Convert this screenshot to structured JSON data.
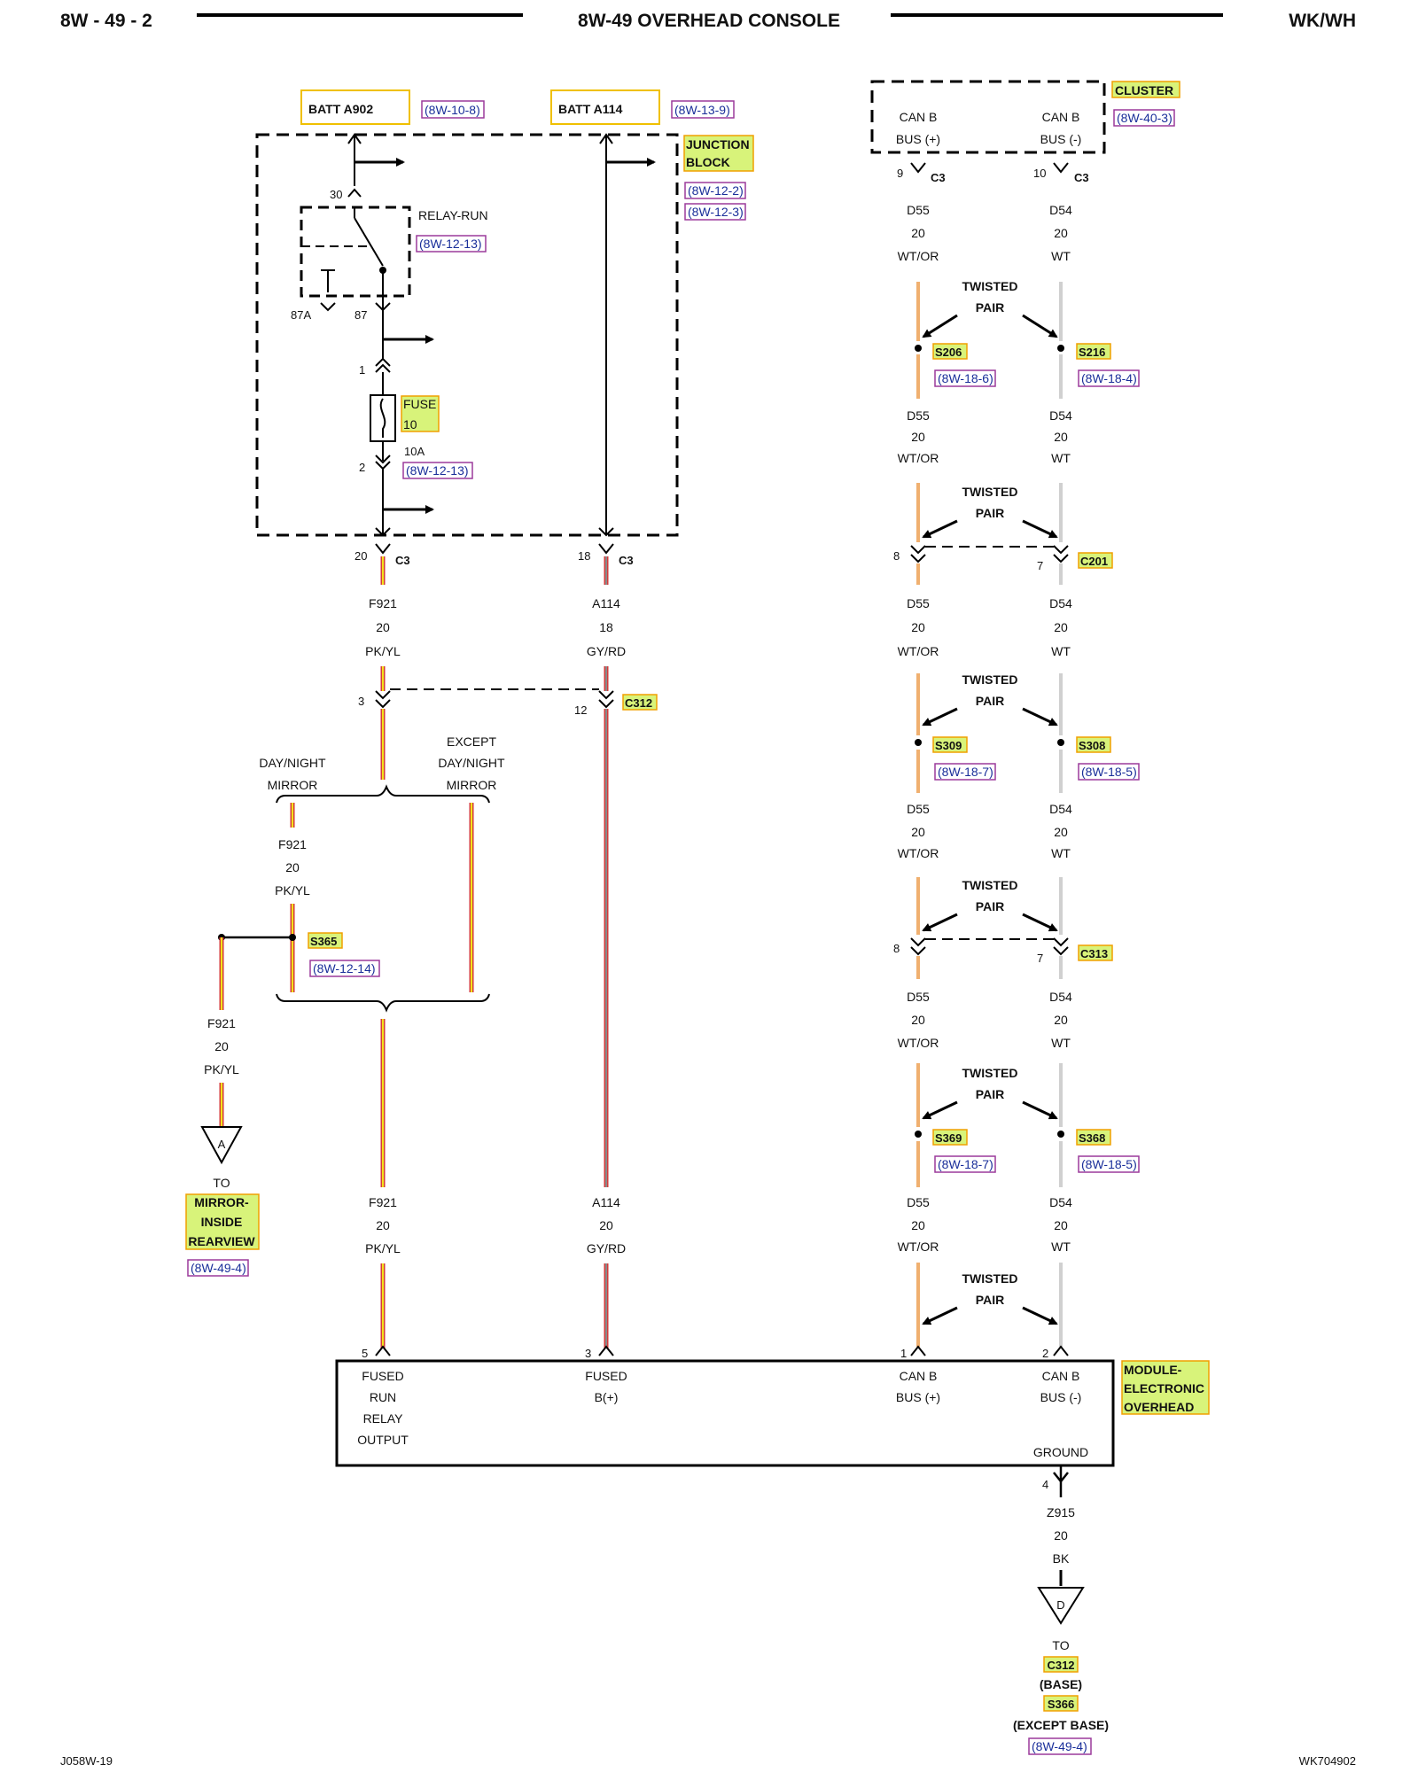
{
  "header": {
    "page": "8W - 49 - 2",
    "title": "8W-49 OVERHEAD CONSOLE",
    "model": "WK/WH"
  },
  "footer": {
    "left": "J058W-19",
    "right": "WK704902"
  },
  "colors": {
    "pk_yl_base": "#d43a3a",
    "pk_yl_stripe": "#f2e31c",
    "gy_rd_base": "#d43a3a",
    "gy_rd_stripe": "#8a8a8a",
    "wt_or": "#f0b070",
    "wt": "#d0d0d0",
    "highlight": "#d8f37a",
    "ref_box": "#9b3a9b",
    "label_box": "#f0c000"
  },
  "sources": {
    "batt_a902": "BATT A902",
    "batt_a902_ref": "(8W-10-8)",
    "batt_a114": "BATT A114",
    "batt_a114_ref": "(8W-13-9)"
  },
  "junction_block": {
    "name_line1": "JUNCTION",
    "name_line2": "BLOCK",
    "ref1": "(8W-12-2)",
    "ref2": "(8W-12-3)",
    "relay_name": "RELAY-RUN",
    "relay_ref": "(8W-12-13)",
    "pin_30": "30",
    "pin_87a": "87A",
    "pin_87": "87",
    "fuse_name": "FUSE",
    "fuse_num": "10",
    "fuse_amp": "10A",
    "fuse_ref": "(8W-12-13)",
    "fuse_pin1": "1",
    "fuse_pin2": "2"
  },
  "cluster": {
    "name": "CLUSTER",
    "ref": "(8W-40-3)",
    "pos_l1": "CAN B",
    "pos_l2": "BUS (+)",
    "neg_l1": "CAN B",
    "neg_l2": "BUS (-)",
    "pos_pin": "9",
    "neg_pin": "10",
    "conn": "C3"
  },
  "c3": {
    "pin_f": "20",
    "pin_a": "18",
    "conn": "C3"
  },
  "wires": {
    "f921": {
      "circuit": "F921",
      "gauge": "20",
      "color": "PK/YL"
    },
    "a114_18": {
      "circuit": "A114",
      "gauge": "18",
      "color": "GY/RD"
    },
    "a114_20": {
      "circuit": "A114",
      "gauge": "20",
      "color": "GY/RD"
    },
    "d55": {
      "circuit": "D55",
      "gauge": "20",
      "color": "WT/OR"
    },
    "d54": {
      "circuit": "D54",
      "gauge": "20",
      "color": "WT"
    },
    "z915": {
      "circuit": "Z915",
      "gauge": "20",
      "color": "BK"
    }
  },
  "twisted_pair": {
    "line1": "TWISTED",
    "line2": "PAIR"
  },
  "splices": {
    "s206": "S206",
    "s206_ref": "(8W-18-6)",
    "s216": "S216",
    "s216_ref": "(8W-18-4)",
    "s309": "S309",
    "s309_ref": "(8W-18-7)",
    "s308": "S308",
    "s308_ref": "(8W-18-5)",
    "s369": "S369",
    "s369_ref": "(8W-18-7)",
    "s368": "S368",
    "s368_ref": "(8W-18-5)",
    "s365": "S365",
    "s365_ref": "(8W-12-14)"
  },
  "connectors": {
    "c201": "C201",
    "c201_pin_l": "8",
    "c201_pin_r": "7",
    "c312": "C312",
    "c312_pin_l": "3",
    "c312_pin_r": "12",
    "c313": "C313",
    "c313_pin_l": "8",
    "c313_pin_r": "7"
  },
  "options": {
    "day_night_l1": "DAY/NIGHT",
    "day_night_l2": "MIRROR",
    "except_l1": "EXCEPT",
    "except_l2": "DAY/NIGHT",
    "except_l3": "MIRROR"
  },
  "ref_a": {
    "letter": "A",
    "to": "TO",
    "dest1": "MIRROR-",
    "dest2": "INSIDE",
    "dest3": "REARVIEW",
    "ref": "(8W-49-4)"
  },
  "module": {
    "name1": "MODULE-",
    "name2": "ELECTRONIC",
    "name3": "OVERHEAD",
    "pin5": "5",
    "pin3": "3",
    "pin1": "1",
    "pin2": "2",
    "pin4": "4",
    "fused_run_1": "FUSED",
    "fused_run_2": "RUN",
    "fused_run_3": "RELAY",
    "fused_run_4": "OUTPUT",
    "fused_b_1": "FUSED",
    "fused_b_2": "B(+)",
    "canp_1": "CAN B",
    "canp_2": "BUS (+)",
    "cann_1": "CAN B",
    "cann_2": "BUS (-)",
    "ground": "GROUND"
  },
  "ref_d": {
    "letter": "D",
    "to": "TO",
    "c312": "C312",
    "base": "(BASE)",
    "s366": "S366",
    "except_base": "(EXCEPT BASE)",
    "ref": "(8W-49-4)"
  }
}
